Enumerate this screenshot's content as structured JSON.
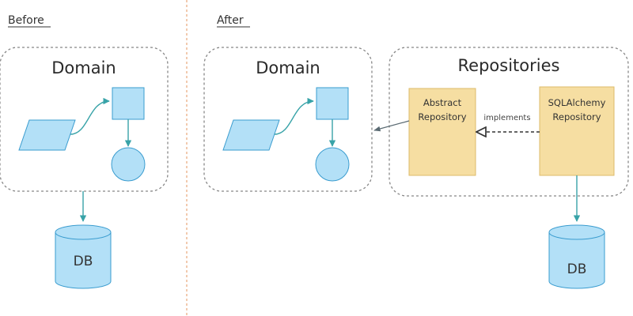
{
  "colors": {
    "shape_fill": "#b3e0f7",
    "shape_stroke": "#3a9ccf",
    "repo_fill": "#f6dea2",
    "repo_stroke": "#dcbb6a",
    "teal": "#38a3a8",
    "dashed_border": "#888888",
    "divider": "#e8a87a",
    "arrow_gray": "#5a6a72"
  },
  "before": {
    "heading": "Before",
    "domain_label": "Domain",
    "db_label": "DB"
  },
  "after": {
    "heading": "After",
    "domain_label": "Domain",
    "repositories_label": "Repositories",
    "abstract_repo_line1": "Abstract",
    "abstract_repo_line2": "Repository",
    "sqlalchemy_repo_line1": "SQLAlchemy",
    "sqlalchemy_repo_line2": "Repository",
    "implements_label": "implements",
    "db_label": "DB"
  }
}
